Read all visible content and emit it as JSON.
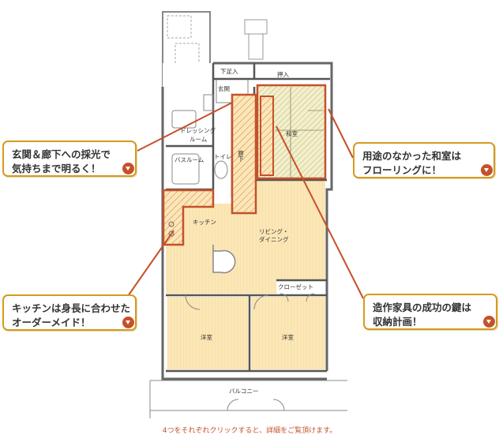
{
  "rooms": {
    "shoe_closet": "下足入",
    "closet": "押入",
    "entrance": "玄関",
    "dressing_room": [
      "ドレッシング",
      "ルーム"
    ],
    "bathroom": "バスルーム",
    "toilet": "トイレ",
    "corridor": "廊下",
    "japanese_room": "和室",
    "kitchen": "キッチン",
    "living_dining": [
      "リビング・",
      "ダイニング"
    ],
    "storage": "クローゼット",
    "western_room_left": "洋室",
    "western_room_right": "洋室",
    "balcony": "バルコニー"
  },
  "callouts": [
    {
      "id": "entrance",
      "lines": [
        "玄関＆廊下への採光で",
        "気持ちまで明るく！"
      ]
    },
    {
      "id": "kitchen",
      "lines": [
        "キッチンは身長に合わせた",
        "オーダーメイド！"
      ]
    },
    {
      "id": "japanese",
      "lines": [
        "用途のなかった和室は",
        "フローリングに！"
      ]
    },
    {
      "id": "storage",
      "lines": [
        "造作家具の成功の鍵は",
        "収納計画！"
      ]
    }
  ],
  "footer_note": "4つをそれぞれクリックすると、詳細をご覧頂けます。",
  "colors": {
    "accent": "#c5512b",
    "callout_border": "#d59b1e",
    "floor": "#fbe7b6",
    "wall": "#555555"
  }
}
